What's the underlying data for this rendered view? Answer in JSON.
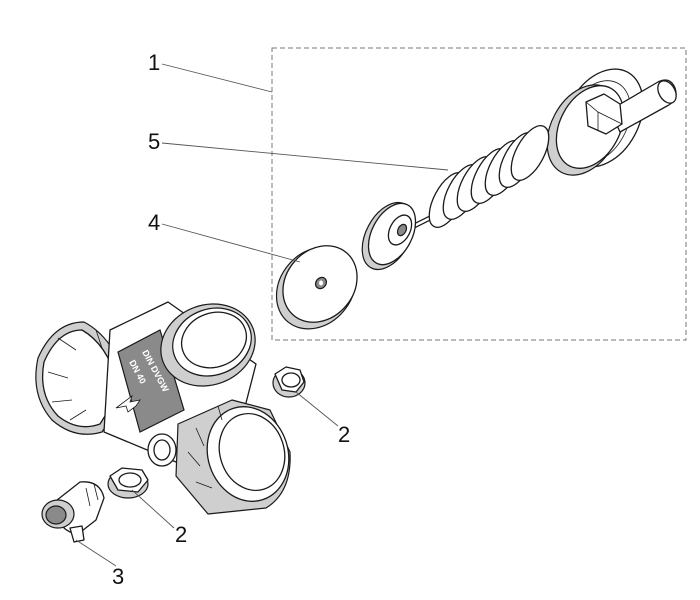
{
  "callouts": {
    "c1": "1",
    "c2a": "2",
    "c2b": "2",
    "c3": "3",
    "c4": "4",
    "c5": "5"
  },
  "body_marking": {
    "line1": "DIN DVGW",
    "line2": "DN 40"
  },
  "colors": {
    "ink": "#1a1a1a",
    "leader": "#555555",
    "frame": "#777777",
    "shade": "#cfcfcf"
  }
}
